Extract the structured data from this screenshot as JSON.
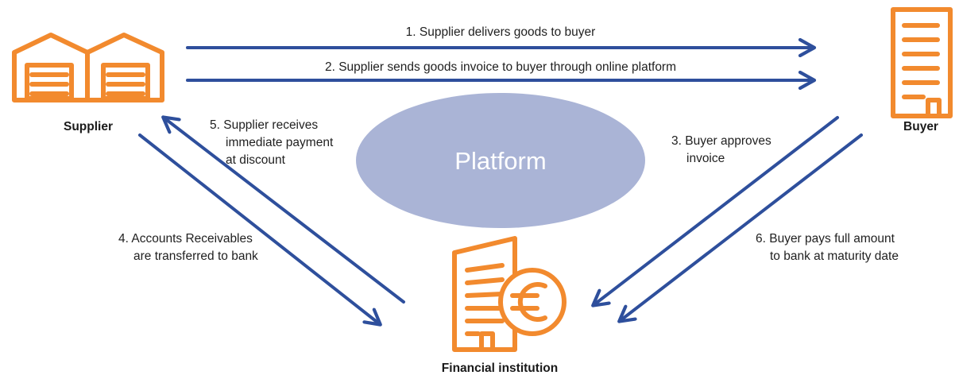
{
  "colors": {
    "icon": "#f28a2e",
    "arrow": "#2e4f9c",
    "platform": "#aab4d6",
    "text": "#1f1f1f"
  },
  "nodes": {
    "supplier": {
      "label": "Supplier",
      "icon": "warehouse-icon"
    },
    "buyer": {
      "label": "Buyer",
      "icon": "office-building-icon"
    },
    "bank": {
      "label": "Financial institution",
      "icon": "bank-euro-icon"
    },
    "platform": {
      "label": "Platform"
    }
  },
  "steps": {
    "s1": {
      "lines": [
        "1. Supplier delivers goods to buyer"
      ]
    },
    "s2": {
      "lines": [
        "2. Supplier sends goods invoice to buyer through online platform"
      ]
    },
    "s3": {
      "lines": [
        "3. Buyer approves",
        "invoice"
      ]
    },
    "s4": {
      "lines": [
        "4. Accounts Receivables",
        "are transferred to bank"
      ]
    },
    "s5": {
      "lines": [
        "5. Supplier receives",
        "immediate payment",
        "at discount"
      ]
    },
    "s6": {
      "lines": [
        "6. Buyer pays full amount",
        "to bank at maturity date"
      ]
    }
  }
}
